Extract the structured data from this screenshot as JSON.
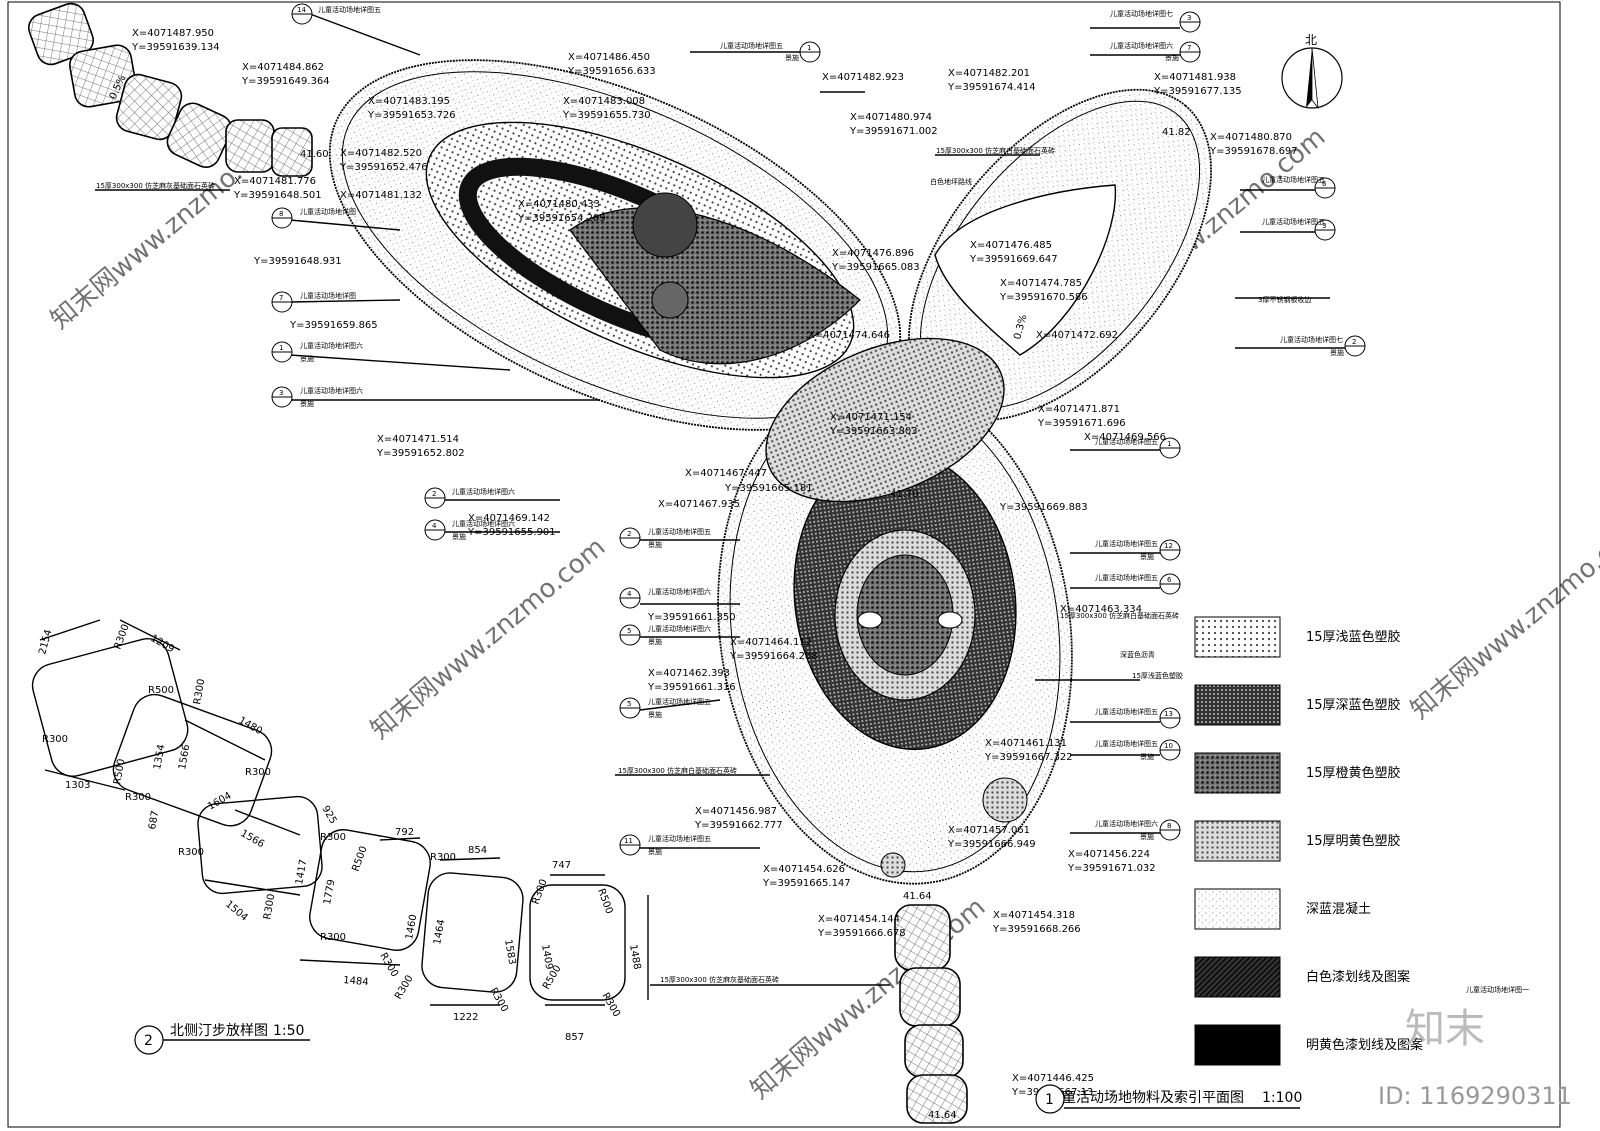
{
  "north_label": "北",
  "legend": [
    {
      "pattern": "pat-lightblue",
      "label": "15厚浅蓝色塑胶"
    },
    {
      "pattern": "pat-darkblue",
      "label": "15厚深蓝色塑胶"
    },
    {
      "pattern": "pat-orange",
      "label": "15厚橙黄色塑胶"
    },
    {
      "pattern": "pat-bright",
      "label": "15厚明黄色塑胶"
    },
    {
      "pattern": "pat-concrete",
      "label": "深蓝混凝土"
    },
    {
      "pattern": "pat-hatch",
      "label": "白色漆划线及图案"
    },
    {
      "pattern": "solid-black",
      "label": "明黄色漆划线及图案"
    }
  ],
  "coordinates": [
    "X=4071487.950",
    "Y=39591639.134",
    "X=4071484.862",
    "Y=39591649.364",
    "X=4071483.195",
    "Y=39591653.726",
    "X=4071482.520",
    "Y=39591652.476",
    "X=4071481.776",
    "Y=39591648.501",
    "X=4071480.433",
    "Y=39591654.209",
    "X=4071486.450",
    "Y=39591656.633",
    "X=4071483.008",
    "Y=39591655.730",
    "X=4071482.923",
    "X=4071480.974",
    "Y=39591671.002",
    "X=4071482.201",
    "Y=39591674.414",
    "X=4071481.938",
    "Y=39591677.135",
    "X=4071480.870",
    "Y=39591678.697",
    "X=4071476.896",
    "Y=39591665.083",
    "X=4071476.485",
    "Y=39591669.647",
    "X=4071474.785",
    "Y=39591670.586",
    "X=4071471.154",
    "Y=39591663.803",
    "X=4071471.514",
    "Y=39591652.802",
    "X=4071469.142",
    "Y=39591655.901",
    "X=4071467.935",
    "Y=39591665.181",
    "X=4071467.447",
    "X=4071471.871",
    "Y=39591671.696",
    "X=4071469.566",
    "X=4071464.112",
    "Y=39591664.288",
    "X=4071462.393",
    "Y=39591661.316",
    "Y=39591661.350",
    "X=4071463.334",
    "X=4071456.987",
    "Y=39591662.777",
    "X=4071461.131",
    "Y=39591667.322",
    "X=4071457.061",
    "Y=39591666.949",
    "X=4071456.224",
    "Y=39591671.032",
    "X=4071454.626",
    "Y=39591665.147",
    "X=4071454.144",
    "Y=39591666.678",
    "X=4071454.318",
    "Y=39591668.266",
    "X=4071446.425",
    "Y=39591667.13",
    "X=4071481.132",
    "X=4071474.646",
    "X=4071472.692",
    "Y=39591659.865",
    "Y=39591648.931",
    "Y=39591669.883"
  ],
  "elevations": [
    "41.60",
    "41.82",
    "41.70",
    "41.64",
    "41.64"
  ],
  "slopes": [
    "0.5%",
    "0.3%"
  ],
  "callouts": [
    {
      "num": "14",
      "text": "儿童活动场地详图五"
    },
    {
      "num": "1",
      "text": "儿童活动场地详图五"
    },
    {
      "num": "3",
      "text": "儿童活动场地详图七"
    },
    {
      "num": "7",
      "text": "儿童活动场地详图六"
    },
    {
      "num": "6",
      "text": "儿童活动场地详图五"
    },
    {
      "num": "3",
      "text": "儿童活动场地详图五"
    },
    {
      "num": "2",
      "text": "儿童活动场地详图七"
    },
    {
      "num": "8",
      "text": "儿童活动场地详图"
    },
    {
      "num": "7",
      "text": "儿童活动场地详图"
    },
    {
      "num": "1",
      "text": "儿童活动场地详图六"
    },
    {
      "num": "3",
      "text": "儿童活动场地详图六"
    },
    {
      "num": "2",
      "text": "儿童活动场地详图六"
    },
    {
      "num": "4",
      "text": "儿童活动场地详图六"
    },
    {
      "num": "2",
      "text": "儿童活动场地详图五"
    },
    {
      "num": "4",
      "text": "儿童活动场地详图六"
    },
    {
      "num": "5",
      "text": "儿童活动场地详图六"
    },
    {
      "num": "5",
      "text": "儿童活动场地详图五"
    },
    {
      "num": "11",
      "text": "儿童活动场地详图五"
    },
    {
      "num": "1",
      "text": "儿童活动场地详图五"
    },
    {
      "num": "12",
      "text": "儿童活动场地详图五"
    },
    {
      "num": "6",
      "text": "儿童活动场地详图五"
    },
    {
      "num": "13",
      "text": "儿童活动场地详图五"
    },
    {
      "num": "10",
      "text": "儿童活动场地详图五"
    },
    {
      "num": "8",
      "text": "儿童活动场地详图六"
    }
  ],
  "callout_sub": "景施",
  "notes": [
    "15厚300x300 仿芝麻灰基础面石英砖",
    "15厚300x300 仿芝麻白基础面石英砖",
    "白色地坪路线",
    "3厚不锈钢板收边",
    "深蓝色沥青",
    "15厚浅蓝色塑胶",
    "儿童活动场地详图一"
  ],
  "dimensions": [
    "2154",
    "1209",
    "R300",
    "R500",
    "R300",
    "1480",
    "1354",
    "1566",
    "R500",
    "R300",
    "1303",
    "R300",
    "1604",
    "R300",
    "925",
    "687",
    "1566",
    "R300",
    "R300",
    "792",
    "R500",
    "854",
    "R300",
    "1417",
    "1779",
    "747",
    "R300",
    "R500",
    "1504",
    "R300",
    "R300",
    "R300",
    "1460",
    "1464",
    "1583",
    "1409",
    "1488",
    "1484",
    "R300",
    "R300",
    "R500",
    "R300",
    "1222",
    "857"
  ],
  "sub_title": {
    "num": "2",
    "text": "北侧汀步放样图",
    "scale": "1:50"
  },
  "main_title": {
    "num": "1",
    "text": "童活动场地物料及索引平面图",
    "scale": "1:100"
  },
  "brand": "知末",
  "id_label": "ID: 1169290311",
  "watermark": "知末网www.znzmo.com"
}
